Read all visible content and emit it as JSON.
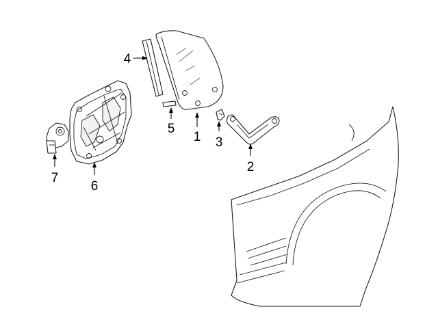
{
  "callouts": [
    {
      "id": "1",
      "label": "1"
    },
    {
      "id": "2",
      "label": "2"
    },
    {
      "id": "3",
      "label": "3"
    },
    {
      "id": "4",
      "label": "4"
    },
    {
      "id": "5",
      "label": "5"
    },
    {
      "id": "6",
      "label": "6"
    },
    {
      "id": "7",
      "label": "7"
    }
  ],
  "colors": {
    "line": "#1a1a1a",
    "background": "#ffffff"
  }
}
